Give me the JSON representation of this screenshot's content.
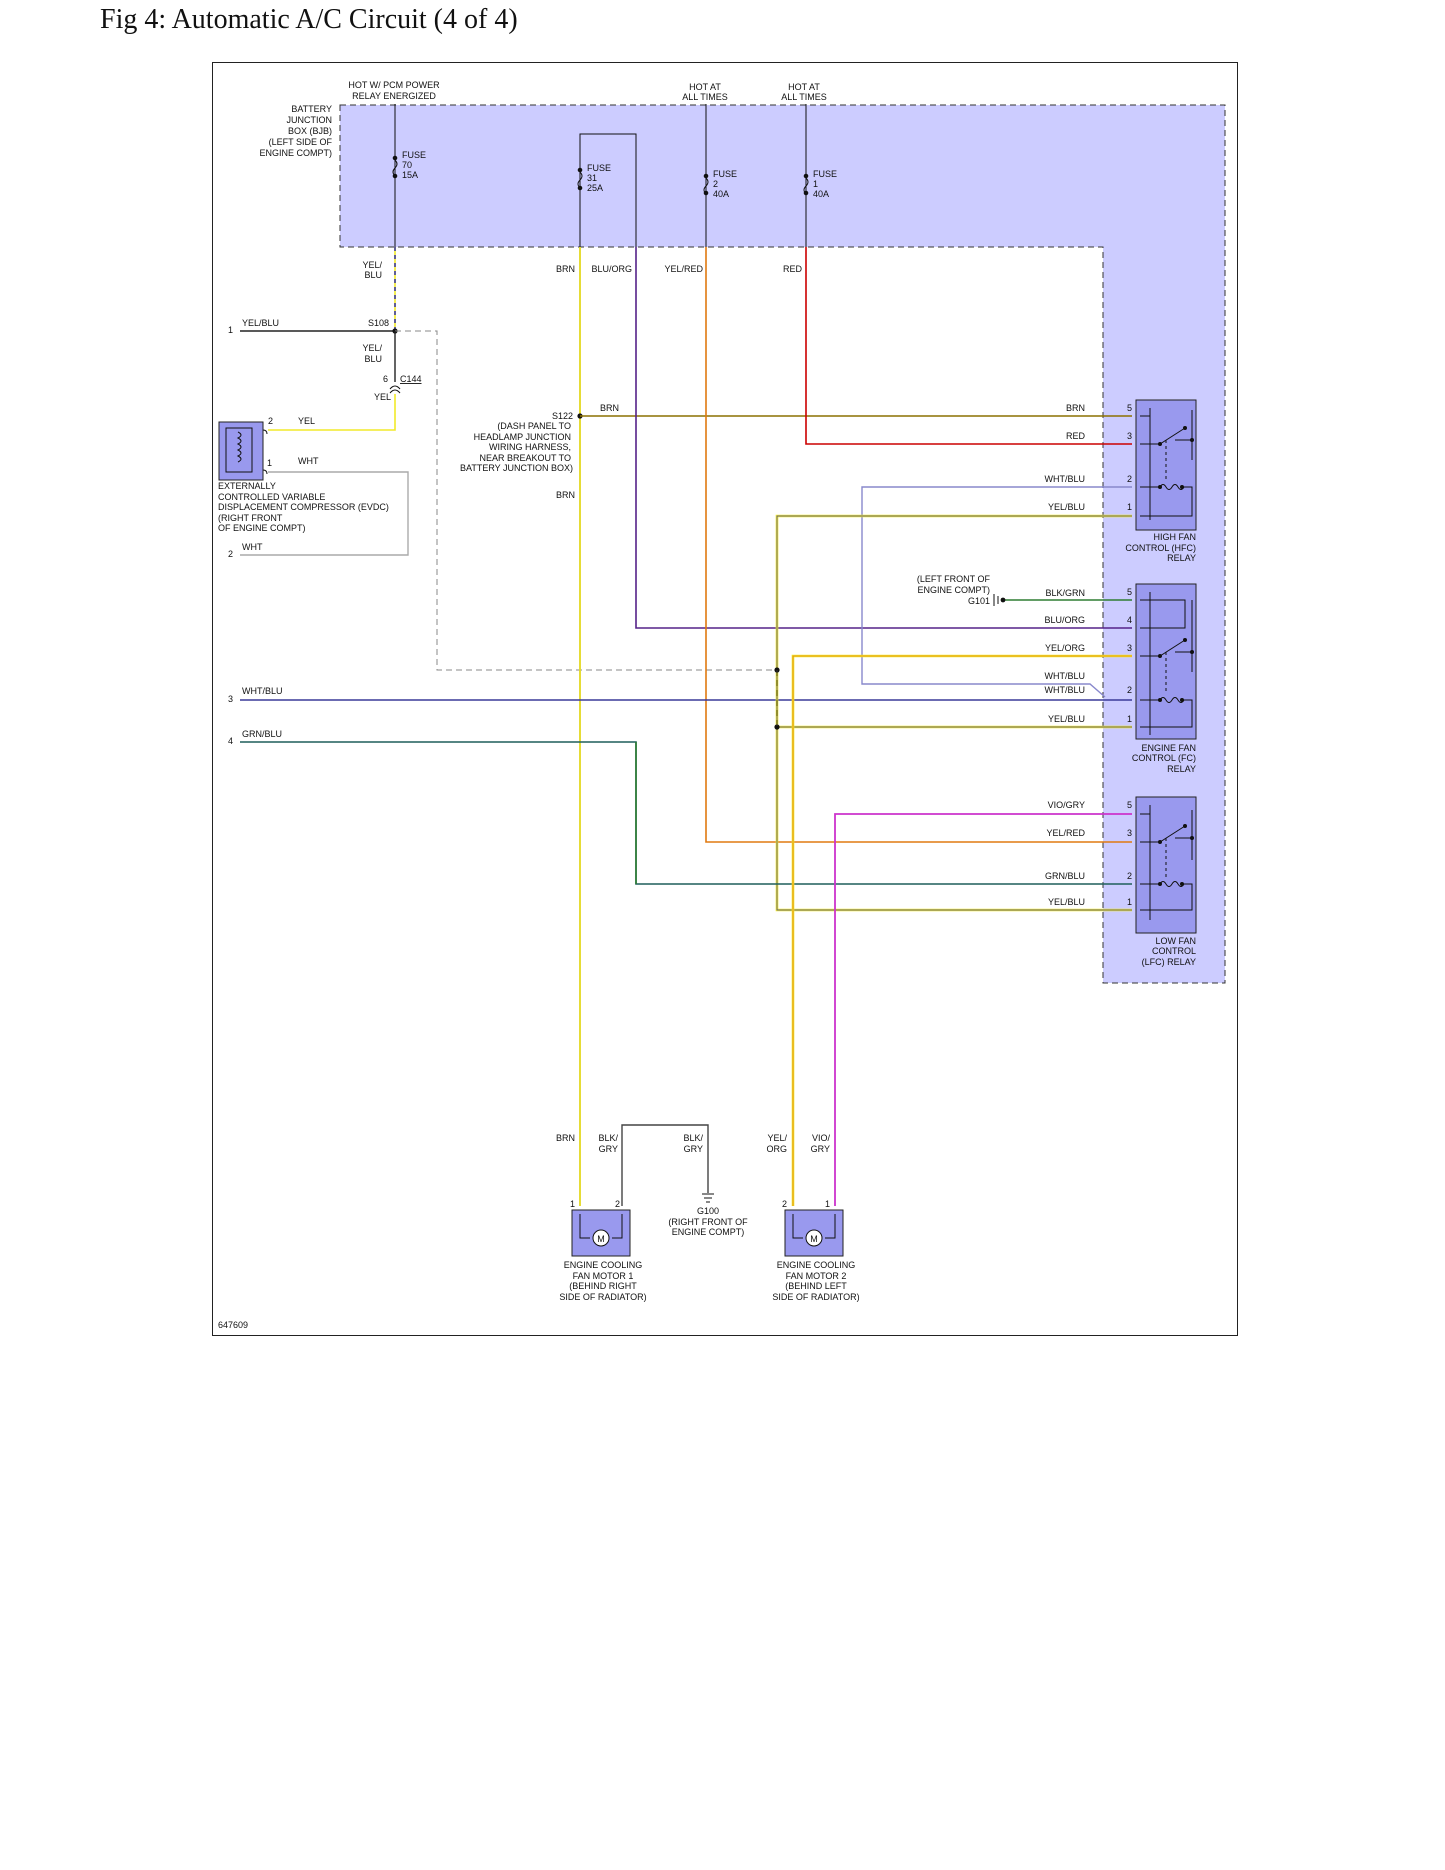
{
  "title": "Fig 4: Automatic A/C Circuit (4 of 4)",
  "diagram_id": "647609",
  "bjb_label": [
    "BATTERY",
    "JUNCTION",
    "BOX (BJB)",
    "(LEFT SIDE OF",
    "ENGINE COMPT)"
  ],
  "power": {
    "pcm": [
      "HOT W/ PCM POWER",
      "RELAY ENERGIZED"
    ],
    "hot1": [
      "HOT AT",
      "ALL TIMES"
    ],
    "hot2": [
      "HOT AT",
      "ALL TIMES"
    ]
  },
  "fuses": {
    "f70": [
      "FUSE",
      "70",
      "15A"
    ],
    "f31": [
      "FUSE",
      "31",
      "25A"
    ],
    "f2": [
      "FUSE",
      "2",
      "40A"
    ],
    "f1": [
      "FUSE",
      "1",
      "40A"
    ]
  },
  "wires": {
    "yelblu": "YEL/BLU",
    "yel_blu_split": [
      "YEL/",
      "BLU"
    ],
    "brn": "BRN",
    "bluorg": "BLU/ORG",
    "yelred": "YEL/RED",
    "red": "RED",
    "yel": "YEL",
    "wht": "WHT",
    "whtblu": "WHT/BLU",
    "grnblu": "GRN/BLU",
    "blkgrn": "BLK/GRN",
    "yelorg": "YEL/ORG",
    "viogry": "VIO/GRY",
    "blk_gry_split": [
      "BLK/",
      "GRY"
    ],
    "yel_org_split": [
      "YEL/",
      "ORG"
    ],
    "vio_gry_split": [
      "VIO/",
      "GRY"
    ]
  },
  "splices": {
    "s108": "S108",
    "c144": "C144",
    "c144_pin": "6",
    "s122": [
      "S122",
      "(DASH PANEL TO",
      "HEADLAMP JUNCTION",
      "WIRING HARNESS,",
      "NEAR BREAKOUT TO",
      "BATTERY JUNCTION BOX)"
    ]
  },
  "grounds": {
    "g101": [
      "(LEFT FRONT OF",
      "ENGINE COMPT)",
      "G101"
    ],
    "g100": [
      "G100",
      "(RIGHT FRONT OF",
      "ENGINE COMPT)"
    ]
  },
  "evdc_label": [
    "EXTERNALLY",
    "CONTROLLED VARIABLE",
    "DISPLACEMENT COMPRESSOR (EVDC)",
    "(RIGHT FRONT",
    "OF ENGINE COMPT)"
  ],
  "left_pins": [
    "1",
    "2",
    "3",
    "4"
  ],
  "relays": {
    "hfc": [
      "HIGH FAN",
      "CONTROL (HFC)",
      "RELAY"
    ],
    "fc": [
      "ENGINE FAN",
      "CONTROL (FC)",
      "RELAY"
    ],
    "lfc": [
      "LOW FAN",
      "CONTROL",
      "(LFC) RELAY"
    ]
  },
  "motors": {
    "m1": [
      "ENGINE COOLING",
      "FAN MOTOR 1",
      "(BEHIND RIGHT",
      "SIDE OF RADIATOR)"
    ],
    "m2": [
      "ENGINE COOLING",
      "FAN MOTOR 2",
      "(BEHIND LEFT",
      "SIDE OF RADIATOR)"
    ],
    "symbol": "M"
  },
  "pins": {
    "p1": "1",
    "p2": "2",
    "p3": "3",
    "p4": "4",
    "p5": "5"
  },
  "colors": {
    "brn": "#8b7000",
    "yel": "#f2ea2a",
    "red": "#cc0000",
    "blu": "#3a3a99",
    "org": "#e07a10",
    "vio": "#cc33cc",
    "grn": "#2e7d32",
    "blk": "#222222",
    "wht": "#aaaaaa"
  }
}
